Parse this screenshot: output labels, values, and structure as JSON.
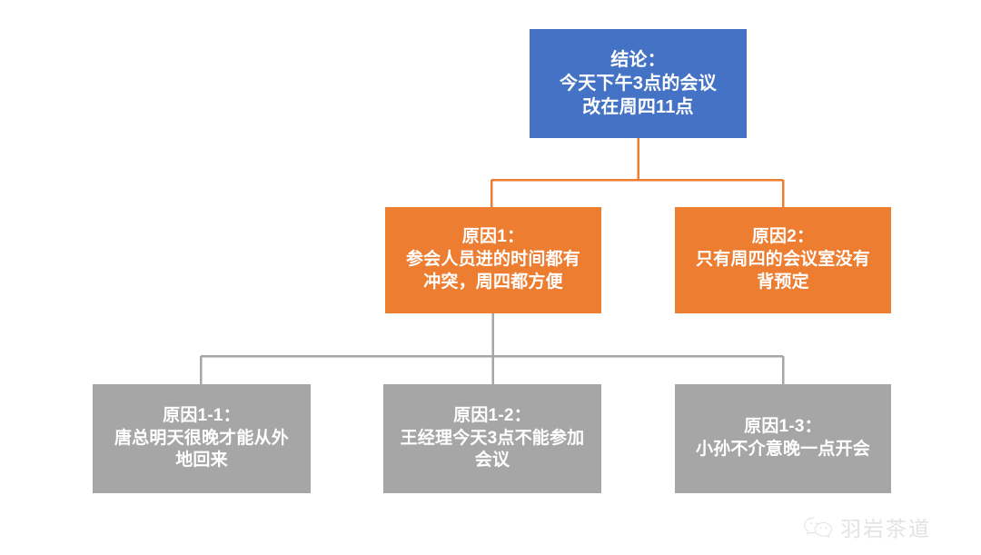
{
  "diagram": {
    "type": "tree-hierarchy",
    "title_node": {
      "id": "conclusion",
      "label": "结论：\n今天下午3点的会议\n改在周四11点",
      "color": "#4472C4"
    },
    "level2": [
      {
        "id": "reason-1",
        "label": "原因1：\n参会人员进的时间都有\n冲突，周四都方便",
        "color": "#ED7D31"
      },
      {
        "id": "reason-2",
        "label": "原因2：\n只有周四的会议室没有\n背预定",
        "color": "#ED7D31"
      }
    ],
    "level3": [
      {
        "id": "reason-1-1",
        "label": "原因1-1：\n唐总明天很晚才能从外\n地回来",
        "color": "#A6A6A6"
      },
      {
        "id": "reason-1-2",
        "label": "原因1-2：\n王经理今天3点不能参加\n会议",
        "color": "#A6A6A6"
      },
      {
        "id": "reason-1-3",
        "label": "原因1-3：\n小孙不介意晚一点开会",
        "color": "#A6A6A6"
      }
    ],
    "connector_colors": {
      "level1_to_level2": "#ED7D31",
      "level2_to_level3": "#A6A6A6"
    }
  },
  "watermark": {
    "icon": "wechat-icon",
    "text": "羽岩茶道",
    "color": "#e3e3e3"
  }
}
